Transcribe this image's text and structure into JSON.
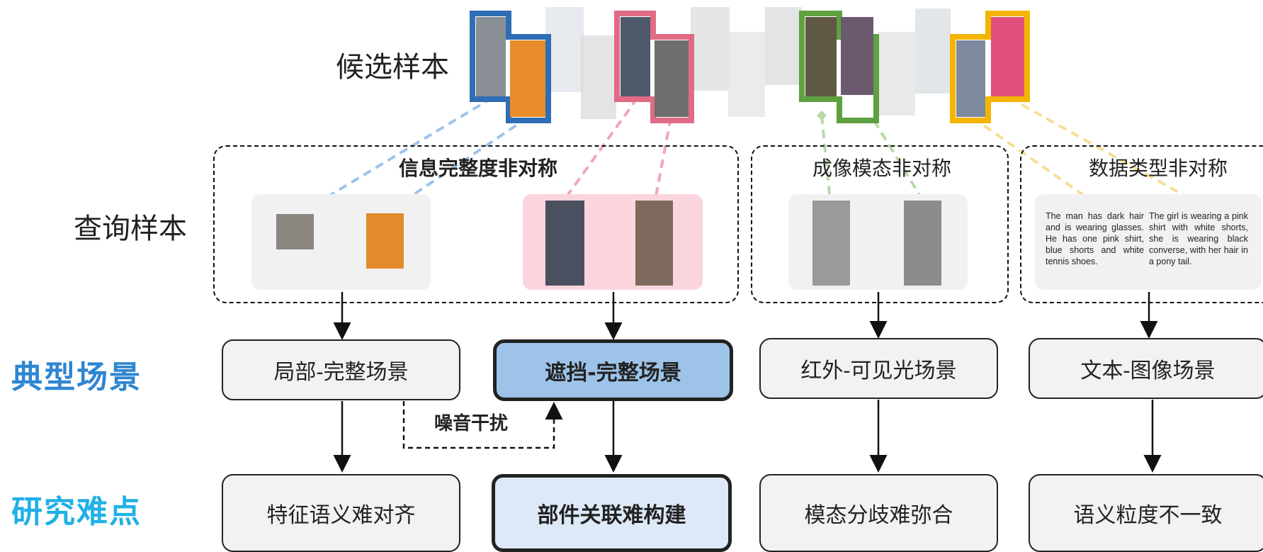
{
  "rows": {
    "candidates": "候选样本",
    "queries": "查询样本",
    "scenarios": "典型场景",
    "difficulties": "研究难点"
  },
  "groups": {
    "info": "信息完整度非对称",
    "modality": "成像模态非对称",
    "datatype": "数据类型非对称"
  },
  "scenarios": {
    "partial": "局部-完整场景",
    "occluded": "遮挡-完整场景",
    "infrared": "红外-可见光场景",
    "text": "文本-图像场景"
  },
  "difficulties": {
    "feature": "特征语义难对齐",
    "parts": "部件关联难构建",
    "modal": "模态分歧难弥合",
    "semantic": "语义粒度不一致"
  },
  "noise_label": "噪音干扰",
  "texts": {
    "man": "The man has dark hair and is wearing glasses. He has one pink shirt, blue shorts and white tennis shoes.",
    "girl": "The girl is wearing a pink shirt with white shorts, she is wearing black converse, with her hair in a pony tail."
  },
  "colors": {
    "blue": "#2f6db5",
    "pink": "#e06b84",
    "green": "#5fa040",
    "yellow": "#f3b500",
    "label_blue": "#2e86d1",
    "label_cyan": "#1fb0e5",
    "occluded_fill": "#9dc3e8",
    "parts_fill": "#dde9f6"
  }
}
